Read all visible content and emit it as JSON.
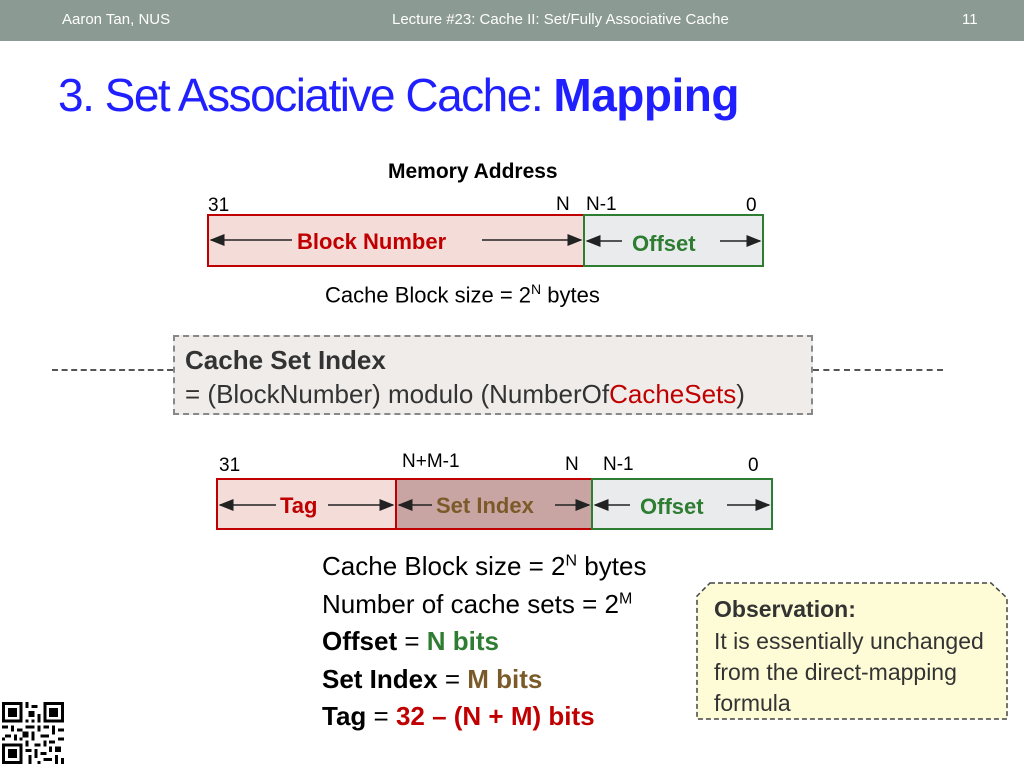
{
  "header": {
    "author": "Aaron Tan, NUS",
    "lecture": "Lecture #23: Cache II: Set/Fully Associative Cache",
    "page_number": "11"
  },
  "title": {
    "prefix": "3. Set Associative Cache: ",
    "emphasis": "Mapping"
  },
  "memory_address": {
    "heading": "Memory Address",
    "bit_labels": {
      "high": "31",
      "n": "N",
      "n_minus_1": "N-1",
      "low": "0"
    },
    "fields": {
      "block_number": "Block Number",
      "offset": "Offset"
    },
    "block_size": {
      "prefix": "Cache Block size = 2",
      "exp": "N",
      "suffix": " bytes"
    }
  },
  "cache_set_index": {
    "heading": "Cache Set Index",
    "formula_prefix": "= (BlockNumber) modulo (NumberOf",
    "formula_highlight": "CacheSets",
    "formula_suffix": ")"
  },
  "split_address": {
    "bit_labels": {
      "high": "31",
      "n_plus_m_minus_1": "N+M-1",
      "n": "N",
      "n_minus_1": "N-1",
      "low": "0"
    },
    "fields": {
      "tag": "Tag",
      "set_index": "Set Index",
      "offset": "Offset"
    }
  },
  "facts": {
    "block_size": {
      "prefix": "Cache Block size = 2",
      "exp": "N",
      "suffix": " bytes"
    },
    "num_sets": {
      "prefix": "Number of cache sets = 2",
      "exp": "M"
    },
    "offset": {
      "label": "Offset",
      "eq": " = ",
      "value": "N bits"
    },
    "set_index": {
      "label": "Set Index",
      "eq": " = ",
      "value": "M bits"
    },
    "tag": {
      "label": "Tag",
      "eq": " = ",
      "value": "32 – (N + M) bits"
    }
  },
  "observation": {
    "heading": "Observation:",
    "body": "It is essentially unchanged from the direct-mapping formula"
  },
  "colors": {
    "header_bg": "#8c9a94",
    "title_blue": "#1f1fff",
    "red": "#c00000",
    "green": "#2e7d32",
    "brown": "#7b5a2a",
    "note_bg": "#fdfcd6"
  },
  "icons": {
    "qr": "qr-code-icon"
  }
}
